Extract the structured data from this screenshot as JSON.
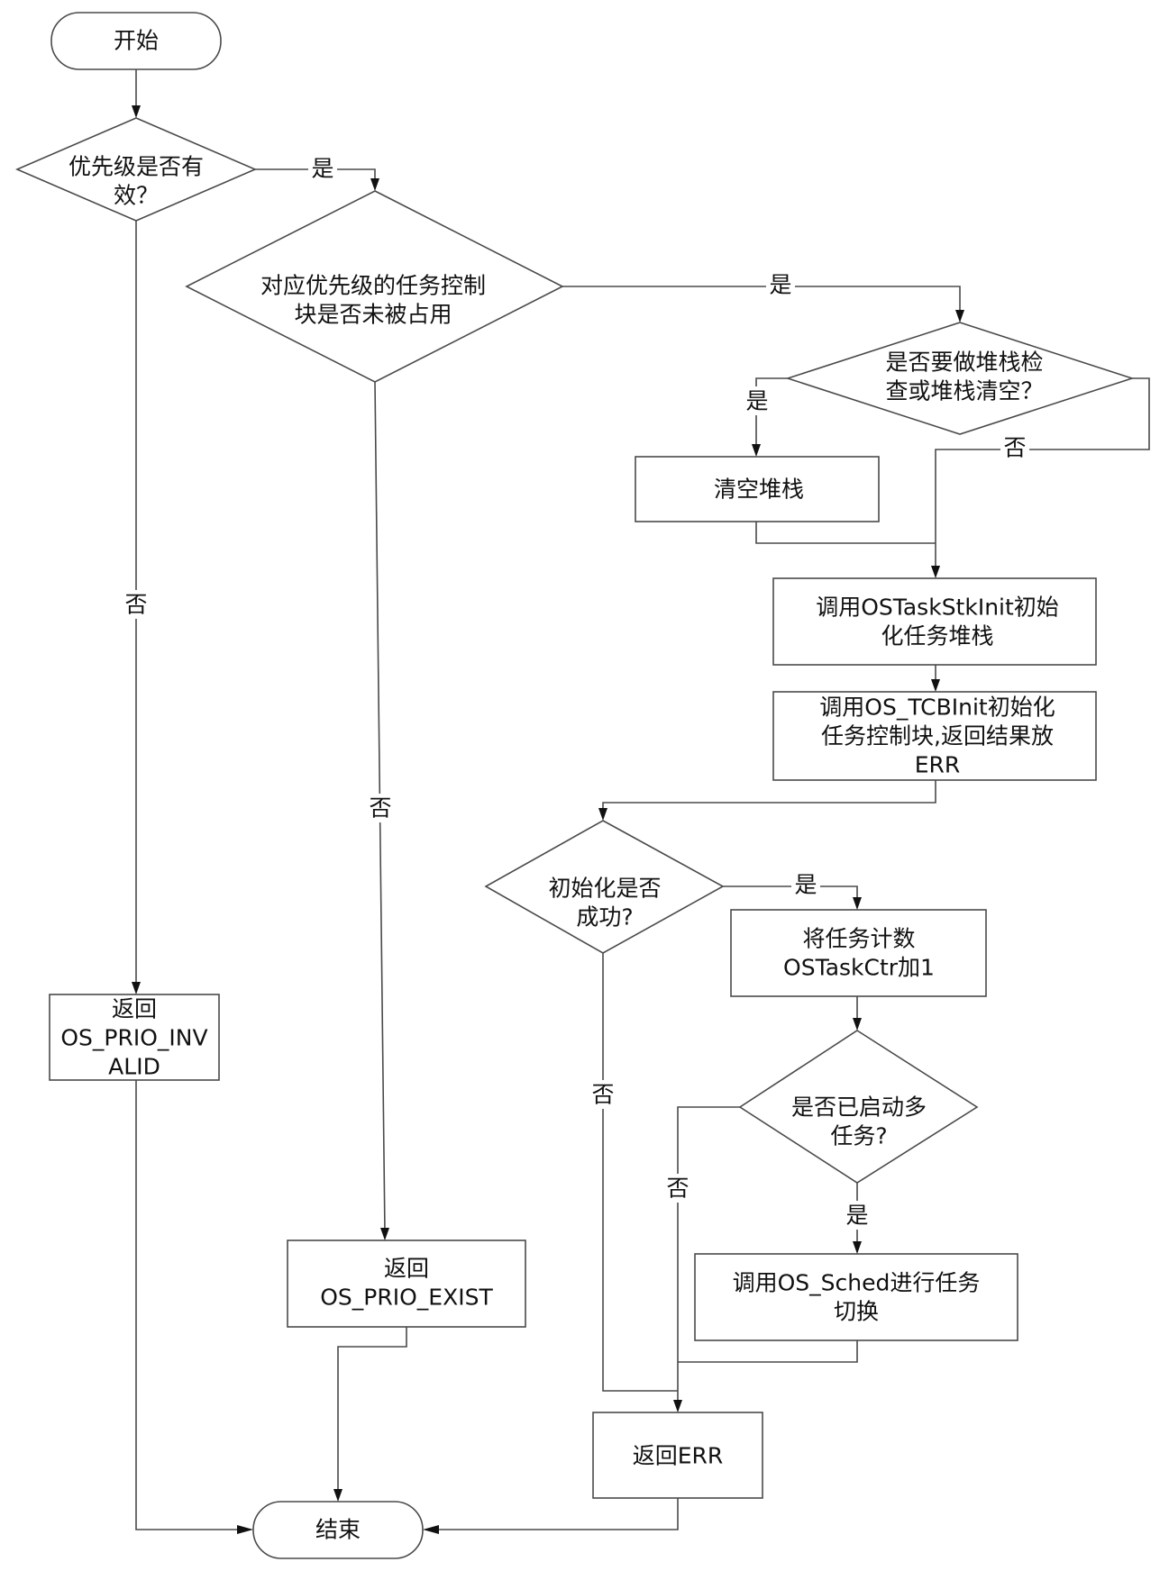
{
  "nodes": {
    "start": {
      "lines": [
        "开始"
      ]
    },
    "prio_valid": {
      "lines": [
        "优先级是否有",
        "效？"
      ]
    },
    "tcb_free": {
      "lines": [
        "对应优先级的任务控制",
        "块是否未被占用"
      ]
    },
    "stack_check": {
      "lines": [
        "是否要做堆栈检",
        "查或堆栈清空？"
      ]
    },
    "clear_stack": {
      "lines": [
        "清空堆栈"
      ]
    },
    "stk_init": {
      "lines": [
        "调用OSTaskStkInit初始",
        "化任务堆栈"
      ]
    },
    "tcb_init": {
      "lines": [
        "调用OS_TCBInit初始化",
        "任务控制块,返回结果放",
        "ERR"
      ]
    },
    "init_ok": {
      "lines": [
        "初始化是否",
        "成功?"
      ]
    },
    "task_ctr": {
      "lines": [
        "将任务计数",
        "OSTaskCtr加1"
      ]
    },
    "multi_started": {
      "lines": [
        "是否已启动多",
        "任务?"
      ]
    },
    "os_sched": {
      "lines": [
        "调用OS_Sched进行任务",
        "切换"
      ]
    },
    "ret_invalid": {
      "lines": [
        "返回",
        "OS_PRIO_INV",
        "ALID"
      ]
    },
    "ret_exist": {
      "lines": [
        "返回",
        "OS_PRIO_EXIST"
      ]
    },
    "ret_err": {
      "lines": [
        "返回ERR"
      ]
    },
    "end": {
      "lines": [
        "结束"
      ]
    }
  },
  "edge_labels": {
    "prio_yes": "是",
    "prio_no": "否",
    "tcb_yes": "是",
    "tcb_no": "否",
    "stack_yes": "是",
    "stack_no": "否",
    "init_yes": "是",
    "init_no": "否",
    "multi_yes": "是",
    "multi_no": "否"
  }
}
